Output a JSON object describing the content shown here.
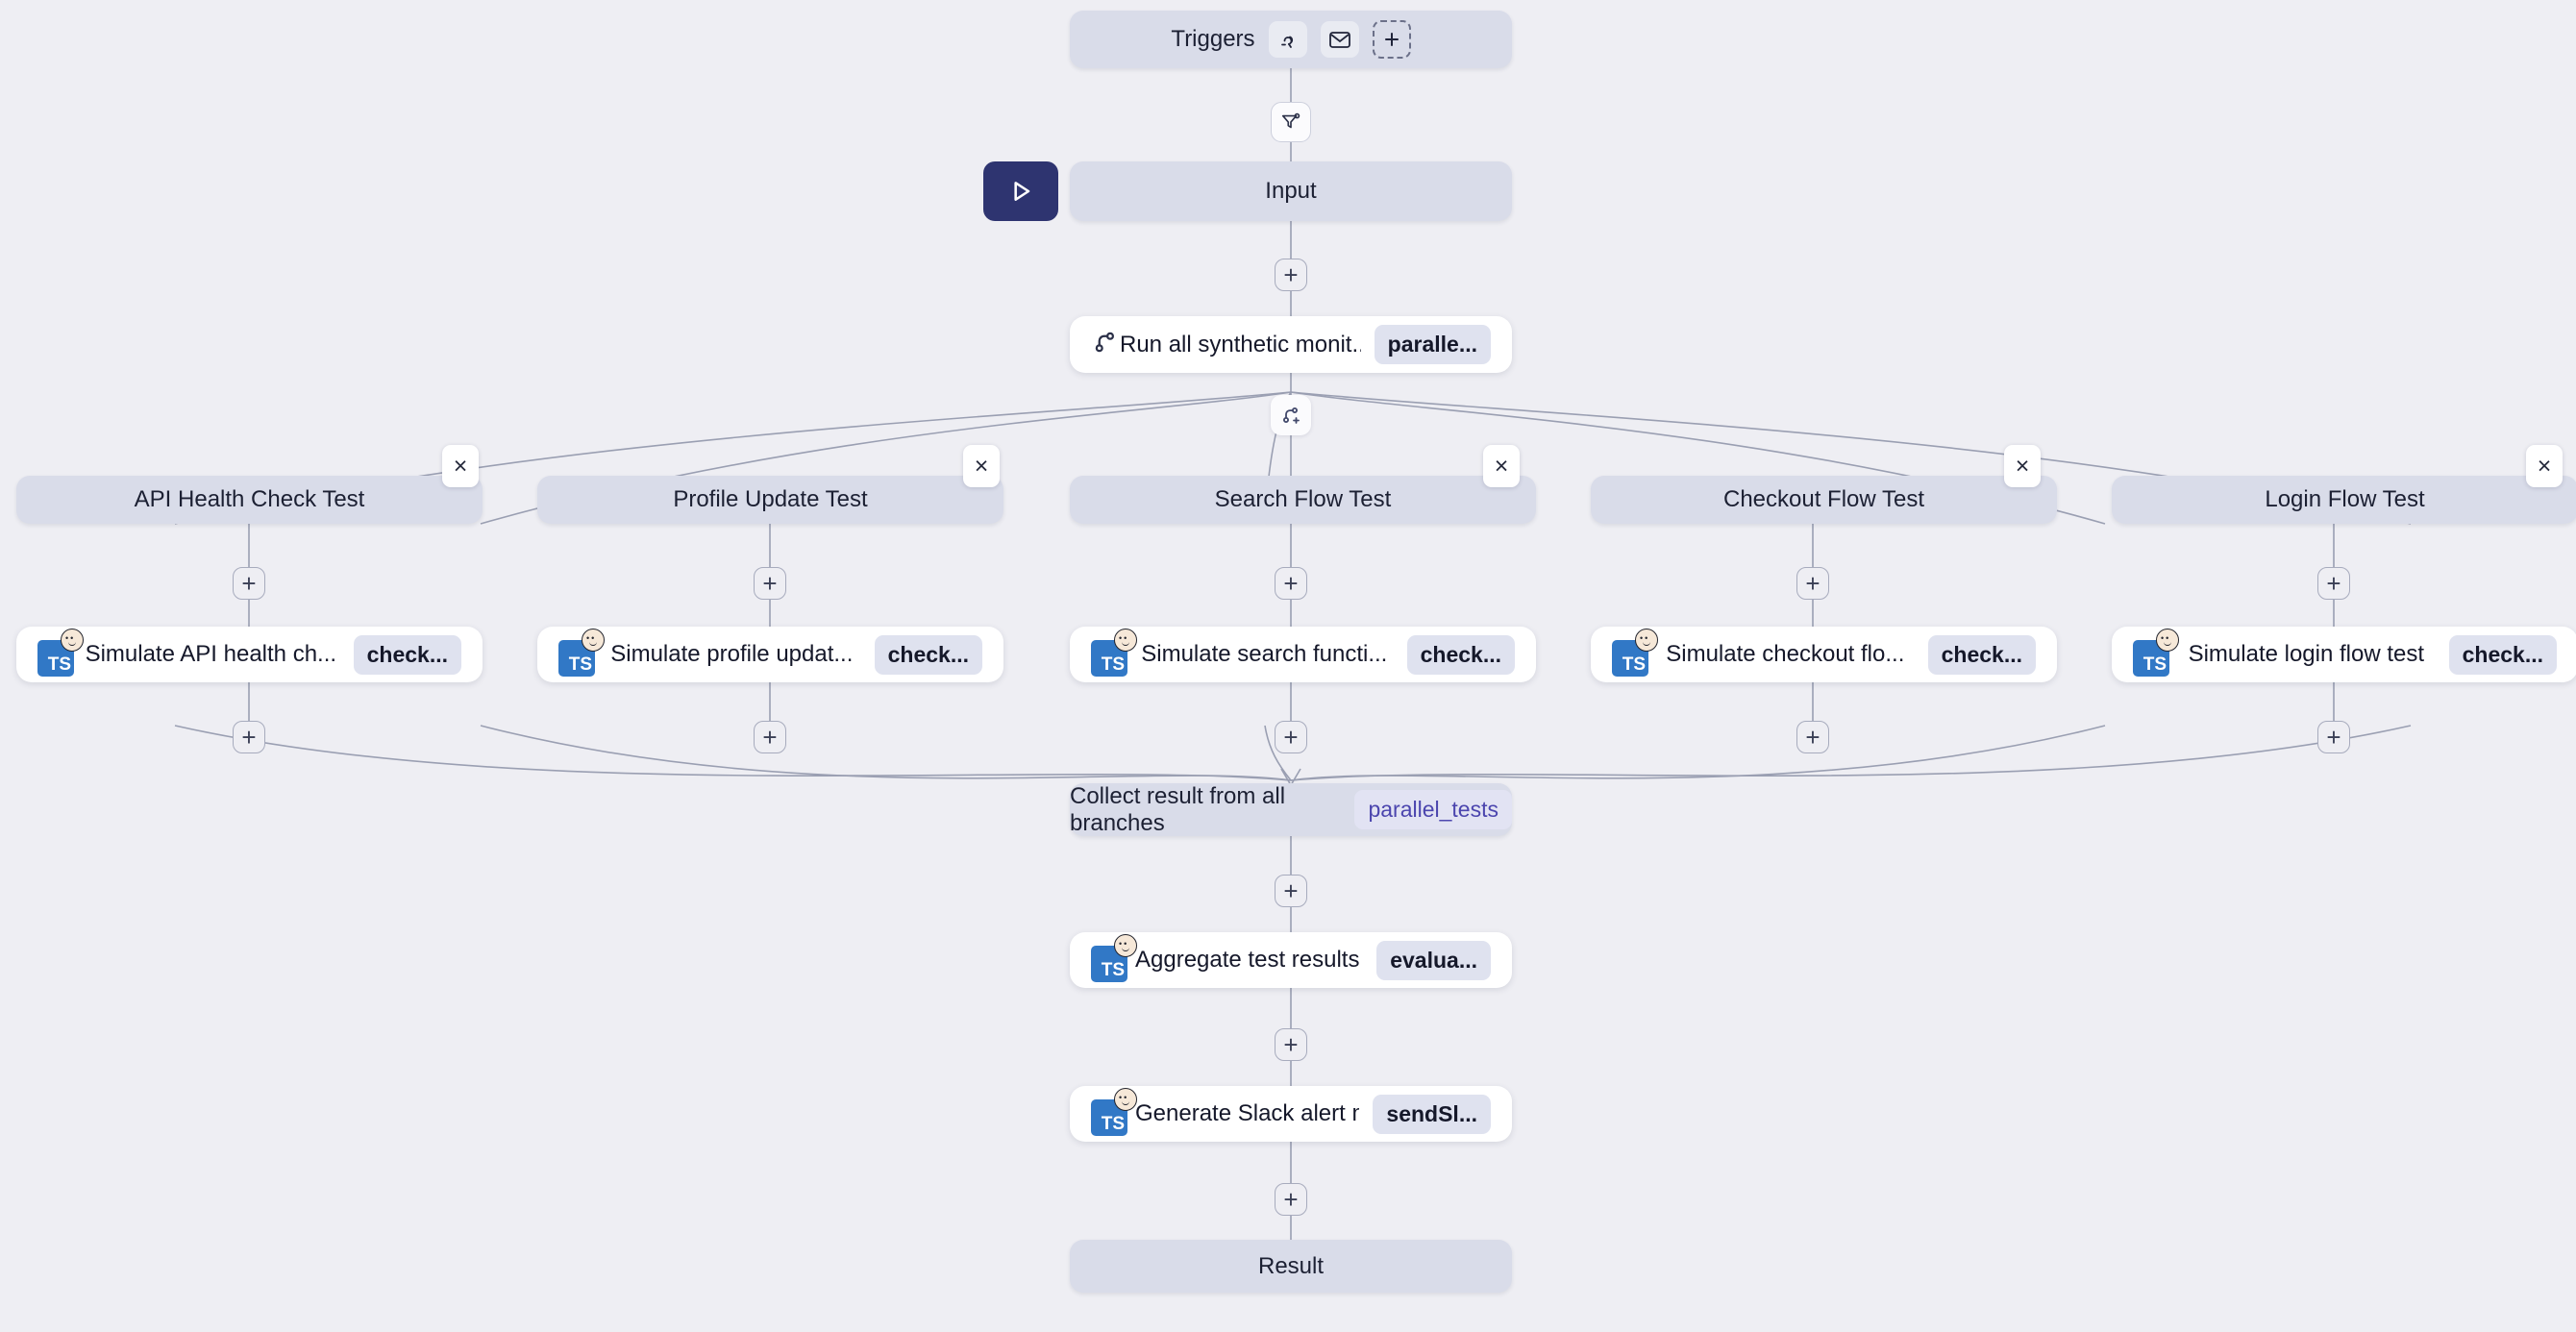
{
  "canvas": {
    "background": "#eeeef3",
    "node_bar_color": "#d9dce9",
    "card_color": "#ffffff",
    "accent_navy": "#2e3470",
    "badge_bg": "#dfe2ef",
    "badge_indigo_text": "#4b45ae",
    "edge_color": "#9a9fb2"
  },
  "triggers": {
    "label": "Triggers",
    "icons": [
      "webhook-icon",
      "mail-icon"
    ],
    "add_label": "+"
  },
  "filter_chip": {
    "icon": "filter-settings-icon"
  },
  "input_node": {
    "label": "Input",
    "run_button": "play-icon"
  },
  "branch_node": {
    "label": "Run all synthetic monit...",
    "badge": "paralle...",
    "icon": "git-branch-icon"
  },
  "split_chip": {
    "icon": "branch-plus-icon"
  },
  "branches": [
    {
      "title": "API Health Check Test",
      "step_label": "Simulate API health ch...",
      "step_badge": "check...",
      "close_label": "×",
      "add_label": "+"
    },
    {
      "title": "Profile Update Test",
      "step_label": "Simulate profile updat...",
      "step_badge": "check...",
      "close_label": "×",
      "add_label": "+"
    },
    {
      "title": "Search Flow Test",
      "step_label": "Simulate search functi...",
      "step_badge": "check...",
      "close_label": "×",
      "add_label": "+"
    },
    {
      "title": "Checkout Flow Test",
      "step_label": "Simulate checkout flo...",
      "step_badge": "check...",
      "close_label": "×",
      "add_label": "+"
    },
    {
      "title": "Login Flow Test",
      "step_label": "Simulate login flow test",
      "step_badge": "check...",
      "close_label": "×",
      "add_label": "+"
    }
  ],
  "collect_node": {
    "label": "Collect result from all branches",
    "badge": "parallel_tests"
  },
  "aggregate_node": {
    "label": "Aggregate test results ...",
    "badge": "evalua...",
    "icon": "typescript-icon"
  },
  "slack_node": {
    "label": "Generate Slack alert m...",
    "badge": "sendSl...",
    "icon": "typescript-icon"
  },
  "result_node": {
    "label": "Result"
  },
  "plus_buttons": {
    "label": "+"
  }
}
